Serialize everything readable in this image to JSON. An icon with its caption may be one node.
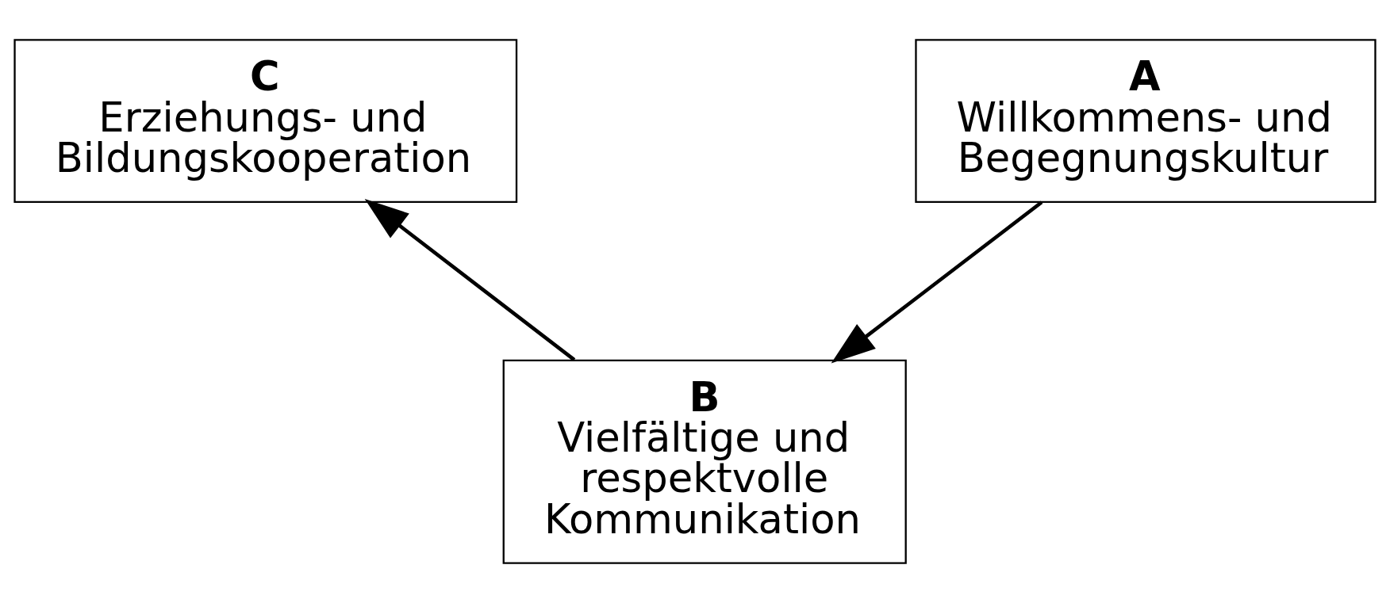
{
  "diagram": {
    "nodes": [
      {
        "text": [
          "C",
          "Erziehungs- und Bildungskooperation"
        ]
      },
      {
        "text": [
          "A",
          "Willkommens- und Begegnungskultur"
        ]
      },
      {
        "text": [
          "B",
          "Vielfältige und respektvolle Kommunikation"
        ]
      }
    ],
    "edges": [
      {
        "from": 1,
        "to": 2,
        "arrow": "to"
      },
      {
        "from": 2,
        "to": 0,
        "arrow": "to"
      }
    ]
  }
}
